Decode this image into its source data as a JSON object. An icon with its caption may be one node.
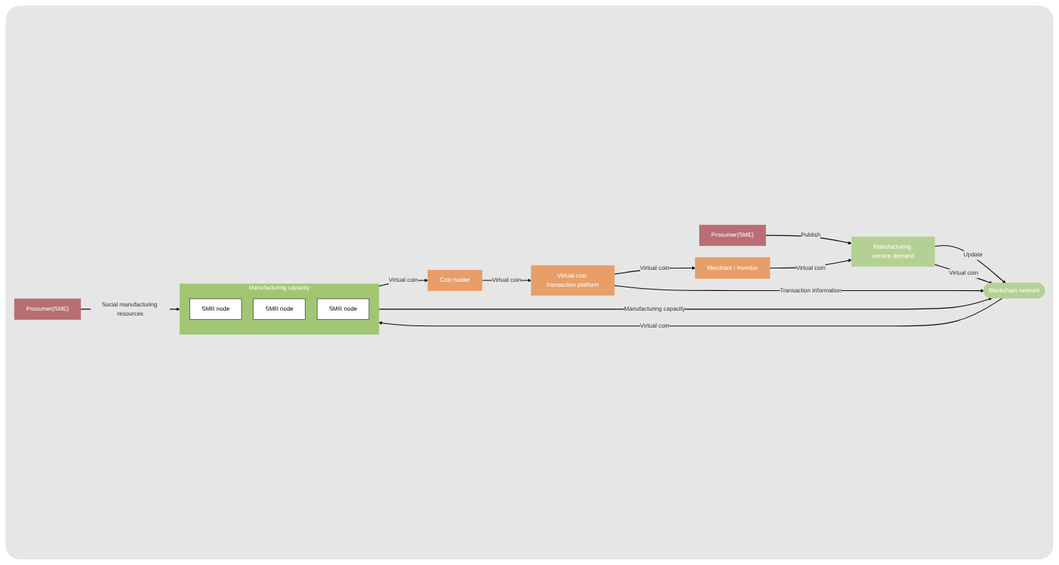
{
  "diagram": {
    "nodes": [
      {
        "text": [
          "Prosumer(SME)"
        ]
      },
      {
        "text": [
          "Manufacturing service demand"
        ]
      },
      {
        "text": [
          "Merchant / Investor"
        ]
      },
      {
        "text": [
          "Blockchain network"
        ]
      },
      {
        "text": [
          "Virtual coin transaction platform"
        ]
      },
      {
        "text": [
          "Prosumer(SME)"
        ]
      },
      {
        "text": [
          "Manufacturing capacity"
        ]
      },
      {
        "text": [
          "SMR node"
        ],
        "in": 6
      },
      {
        "text": [
          "SMR node"
        ],
        "in": 6
      },
      {
        "text": [
          "SMR node"
        ],
        "in": 6
      },
      {
        "text": [
          "Coin holder"
        ]
      }
    ],
    "edges": [
      {
        "from": 0,
        "to": 1,
        "arrow": "to",
        "label": "Publish"
      },
      {
        "from": 2,
        "to": 1,
        "arrow": "to",
        "label": "Virtual coin"
      },
      {
        "from": 1,
        "to": 3,
        "arrow": "to",
        "label": "Update"
      },
      {
        "from": 1,
        "to": 3,
        "arrow": "to",
        "label": "Virtual coin"
      },
      {
        "from": 4,
        "to": 2,
        "arrow": "to",
        "label": "Virtual coin"
      },
      {
        "from": 4,
        "to": 3,
        "arrow": "to",
        "label": "Transaction information"
      },
      {
        "from": 6,
        "to": 3,
        "arrow": "to",
        "label": "Manufacturing capacity"
      },
      {
        "from": 3,
        "to": 6,
        "arrow": "to",
        "label": "Virtual coin"
      },
      {
        "from": 5,
        "to": 6,
        "arrow": "to",
        "label": "Social manufacturing resources"
      },
      {
        "from": 6,
        "to": 10,
        "arrow": "to",
        "label": "Virtual coin"
      },
      {
        "from": 10,
        "to": 4,
        "arrow": "to",
        "label": "Virtual coin"
      }
    ]
  }
}
